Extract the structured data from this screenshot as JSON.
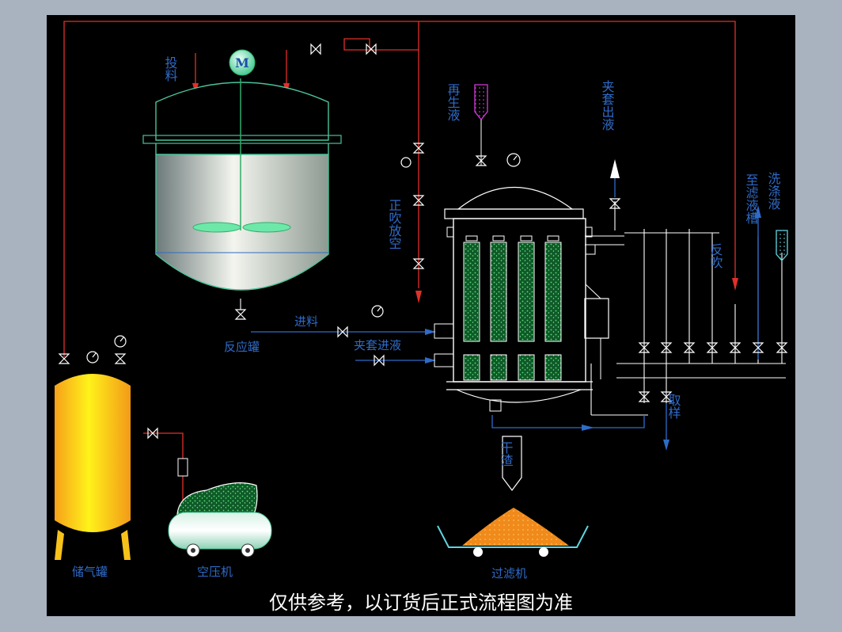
{
  "labels": {
    "feed": "投料",
    "motor": "M",
    "reactor": "反应罐",
    "inlet": "进料",
    "jacket_in": "夹套进液",
    "blow_vent": "正吹放空",
    "regen": "再生液",
    "jacket_out": "夹套出液",
    "to_filtrate": "至滤液槽",
    "wash": "洗涤液",
    "back_blow": "反吹",
    "sample": "取样",
    "dry_residue": "干渣",
    "storage_tank": "储气罐",
    "compressor": "空压机",
    "filter_machine": "过滤机"
  },
  "caption": "仅供参考，以订货后正式流程图为准",
  "colors": {
    "background": "#000000",
    "frame": "#a9b2bf",
    "pipe_red": "#e0302a",
    "pipe_blue": "#2f6bc8",
    "line_white": "#ffffff",
    "vessel_outline": "#4ac29a",
    "tank_yellow": "#f7c21a",
    "residue_orange": "#f08a1a",
    "element_green": "#1f8a3c",
    "regen_magenta": "#d23ad8",
    "wash_cyan": "#5fd4e0"
  }
}
